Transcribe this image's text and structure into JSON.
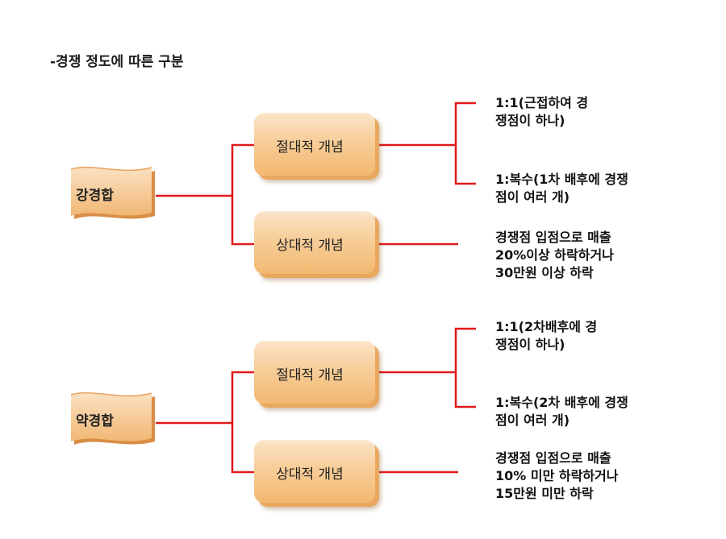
{
  "title": "-경쟁 정도에 따른 구분",
  "groups": [
    {
      "label": "강경합",
      "absolute_label": "절대적 개념",
      "relative_label": "상대적 개념",
      "abs_one_lines": [
        "1:1(근접하여 경",
        "쟁점이 하나)"
      ],
      "abs_multi_lines": [
        "1:복수(1차 배후에 경쟁",
        "점이 여러 개)"
      ],
      "rel_lines": [
        "경쟁점 입점으로 매출",
        "20%이상 하락하거나",
        "30만원 이상 하락"
      ]
    },
    {
      "label": "약경합",
      "absolute_label": "절대적 개념",
      "relative_label": "상대적 개념",
      "abs_one_lines": [
        "1:1(2차배후에 경",
        "쟁점이 하나)"
      ],
      "abs_multi_lines": [
        "1:복수(2차 배후에 경쟁",
        "점이 여러 개)"
      ],
      "rel_lines": [
        "경쟁점 입점으로 매출",
        "10% 미만 하락하거나",
        "15만원 미만 하락"
      ]
    }
  ],
  "colors": {
    "connector": "#e0191b",
    "box": "#f7cd98",
    "scroll": "#f3c489"
  }
}
